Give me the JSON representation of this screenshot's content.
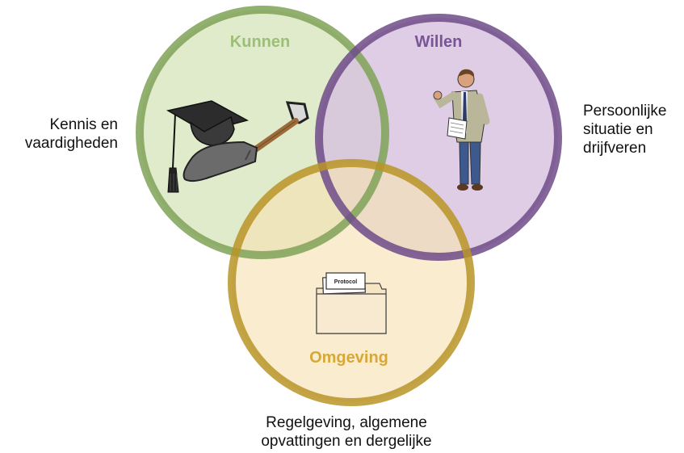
{
  "circles": {
    "kunnen": {
      "title": "Kunnen",
      "description_lines": [
        "Kennis en",
        "vaardigheden"
      ],
      "stroke_color": "#7fa257",
      "fill_color": "#dde8c7",
      "title_color": "#9cbf78",
      "icon": "graduation-cap-and-shovel"
    },
    "willen": {
      "title": "Willen",
      "description_lines": [
        "Persoonlijke",
        "situatie en",
        "drijfveren"
      ],
      "stroke_color": "#74508c",
      "fill_color": "#dcc8e3",
      "title_color": "#7a5596",
      "icon": "presenter-person"
    },
    "omgeving": {
      "title": "Omgeving",
      "description_lines": [
        "Regelgeving, algemene",
        "opvattingen en dergelijke"
      ],
      "stroke_color": "#c29f36",
      "fill_color": "#f9eacb",
      "title_color": "#d6a83a",
      "icon": "protocol-folder",
      "folder_label": "Protocol"
    }
  }
}
